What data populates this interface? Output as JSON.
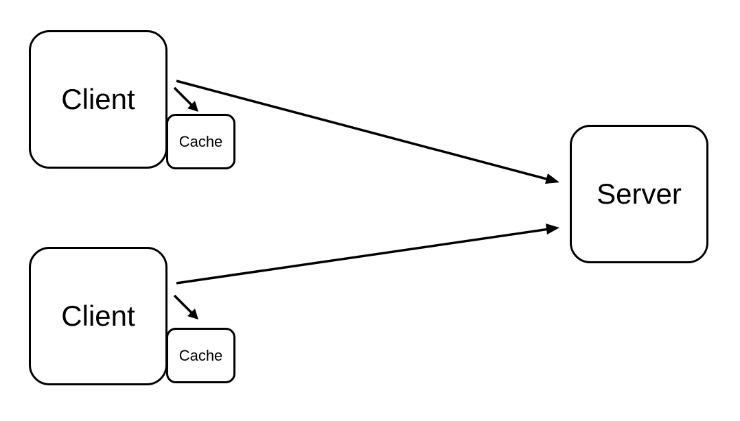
{
  "diagram": {
    "nodes": {
      "client_top": {
        "label": "Client"
      },
      "cache_top": {
        "label": "Cache"
      },
      "client_bottom": {
        "label": "Client"
      },
      "cache_bottom": {
        "label": "Cache"
      },
      "server": {
        "label": "Server"
      }
    },
    "edges": [
      {
        "from": "client_top",
        "to": "server"
      },
      {
        "from": "client_bottom",
        "to": "server"
      },
      {
        "from": "client_top",
        "to": "cache_top"
      },
      {
        "from": "client_bottom",
        "to": "cache_bottom"
      }
    ]
  }
}
